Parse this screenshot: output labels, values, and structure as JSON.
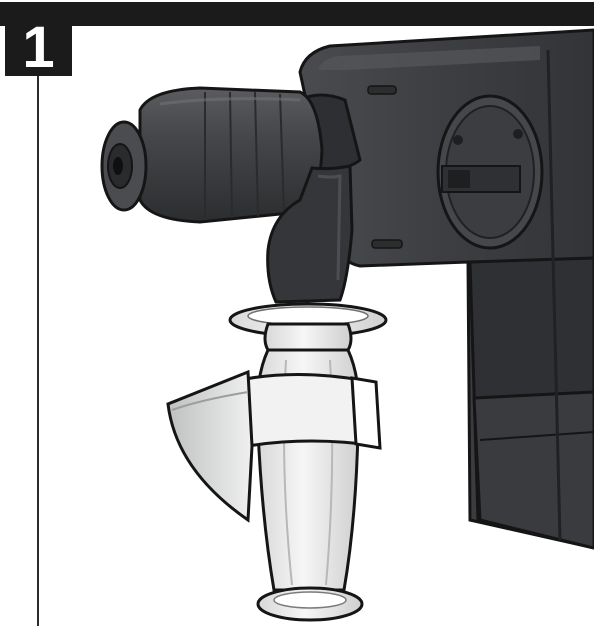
{
  "step": {
    "number": "1"
  },
  "illustration": {
    "subject": "rotary-hammer-drill",
    "action": "rotate-side-handle",
    "colors": {
      "body": "#3e3f41",
      "body_shadow": "#2a2b2d",
      "chuck": "#404245",
      "handle": "#e9e9e9",
      "arrow": "#cfd0d0",
      "outline": "#151515"
    }
  }
}
